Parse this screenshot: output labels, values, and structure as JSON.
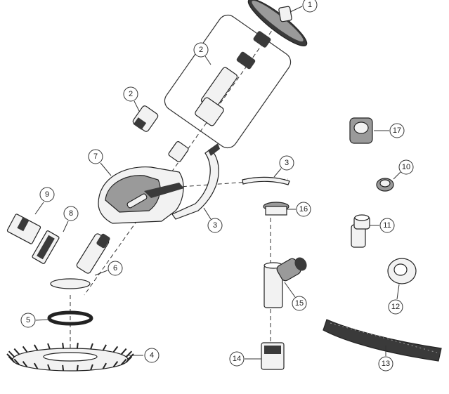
{
  "callouts": [
    {
      "id": "c1",
      "label": "1"
    },
    {
      "id": "c2a",
      "label": "2"
    },
    {
      "id": "c2b",
      "label": "2"
    },
    {
      "id": "c3a",
      "label": "3"
    },
    {
      "id": "c3b",
      "label": "3"
    },
    {
      "id": "c4",
      "label": "4"
    },
    {
      "id": "c5",
      "label": "5"
    },
    {
      "id": "c6",
      "label": "6"
    },
    {
      "id": "c7",
      "label": "7"
    },
    {
      "id": "c8",
      "label": "8"
    },
    {
      "id": "c9",
      "label": "9"
    },
    {
      "id": "c10",
      "label": "10"
    },
    {
      "id": "c11",
      "label": "11"
    },
    {
      "id": "c12",
      "label": "12"
    },
    {
      "id": "c13",
      "label": "13"
    },
    {
      "id": "c14",
      "label": "14"
    },
    {
      "id": "c15",
      "label": "15"
    },
    {
      "id": "c16",
      "label": "16"
    },
    {
      "id": "c17",
      "label": "17"
    }
  ],
  "colors": {
    "line": "#222222",
    "dark_part": "#3a3a3a",
    "light_part": "#f2f2f2",
    "mid_part": "#9a9a9a"
  }
}
